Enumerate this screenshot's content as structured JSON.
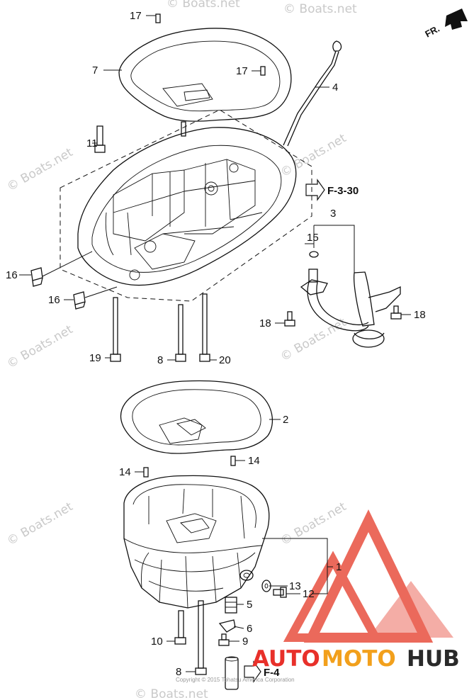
{
  "callouts": {
    "c17a": "17",
    "c7": "7",
    "c17b": "17",
    "c4": "4",
    "c11": "11",
    "c3": "3",
    "c15": "15",
    "c16a": "16",
    "c16b": "16",
    "c18a": "18",
    "c18b": "18",
    "c19": "19",
    "c8a": "8",
    "c20": "20",
    "c2": "2",
    "c14a": "14",
    "c14b": "14",
    "c1": "1",
    "c13": "13",
    "c12": "12",
    "c5": "5",
    "c6": "6",
    "c10": "10",
    "c9": "9",
    "c8b": "8"
  },
  "references": {
    "f330": "F-3-30",
    "f4": "F-4"
  },
  "direction": {
    "front": "FR."
  },
  "watermarks": [
    "© Boats.net",
    "© Boats.net",
    "© Boats.net",
    "© Boats.net",
    "© Boats.net",
    "© Boats.net",
    "© Boats.net",
    "© Boats.net",
    "© Boats.net"
  ],
  "copyright": "Copyright © 2015 Tohatsu America Corporation",
  "brand": {
    "part1": "AUTO",
    "part2": "MOTO",
    "part3": "HUB",
    "color_red": "#e8302a",
    "color_orange": "#f2a01c",
    "color_dark": "#2a2a2a"
  },
  "colors": {
    "line": "#111111",
    "watermark": "#c9c9c9",
    "logo_triangle": "#e8503f"
  }
}
